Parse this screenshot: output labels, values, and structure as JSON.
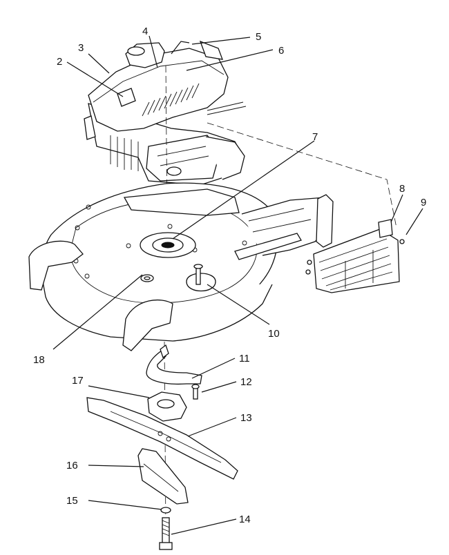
{
  "callouts": [
    {
      "id": "2",
      "label": "2"
    },
    {
      "id": "3",
      "label": "3"
    },
    {
      "id": "4",
      "label": "4"
    },
    {
      "id": "5",
      "label": "5"
    },
    {
      "id": "6",
      "label": "6"
    },
    {
      "id": "7",
      "label": "7"
    },
    {
      "id": "8",
      "label": "8"
    },
    {
      "id": "9",
      "label": "9"
    },
    {
      "id": "10",
      "label": "10"
    },
    {
      "id": "11",
      "label": "11"
    },
    {
      "id": "12",
      "label": "12"
    },
    {
      "id": "13",
      "label": "13"
    },
    {
      "id": "14",
      "label": "14"
    },
    {
      "id": "15",
      "label": "15"
    },
    {
      "id": "16",
      "label": "16"
    },
    {
      "id": "17",
      "label": "17"
    },
    {
      "id": "18",
      "label": "18"
    }
  ]
}
